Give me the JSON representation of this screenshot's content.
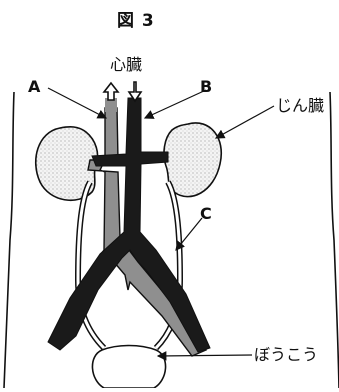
{
  "figure": {
    "title": "図 3",
    "labels": {
      "heart": "心臓",
      "a": "A",
      "b": "B",
      "kidney": "じん臓",
      "c": "C",
      "bladder": "ぼうこう"
    },
    "colors": {
      "artery_gray": "#8f8f8f",
      "vein_black": "#1a1a1a",
      "kidney_fill": "#e9e9e9",
      "outline": "#111111"
    },
    "flow": {
      "a_direction": "up-arrow-icon",
      "b_direction": "down-arrow-icon"
    }
  }
}
